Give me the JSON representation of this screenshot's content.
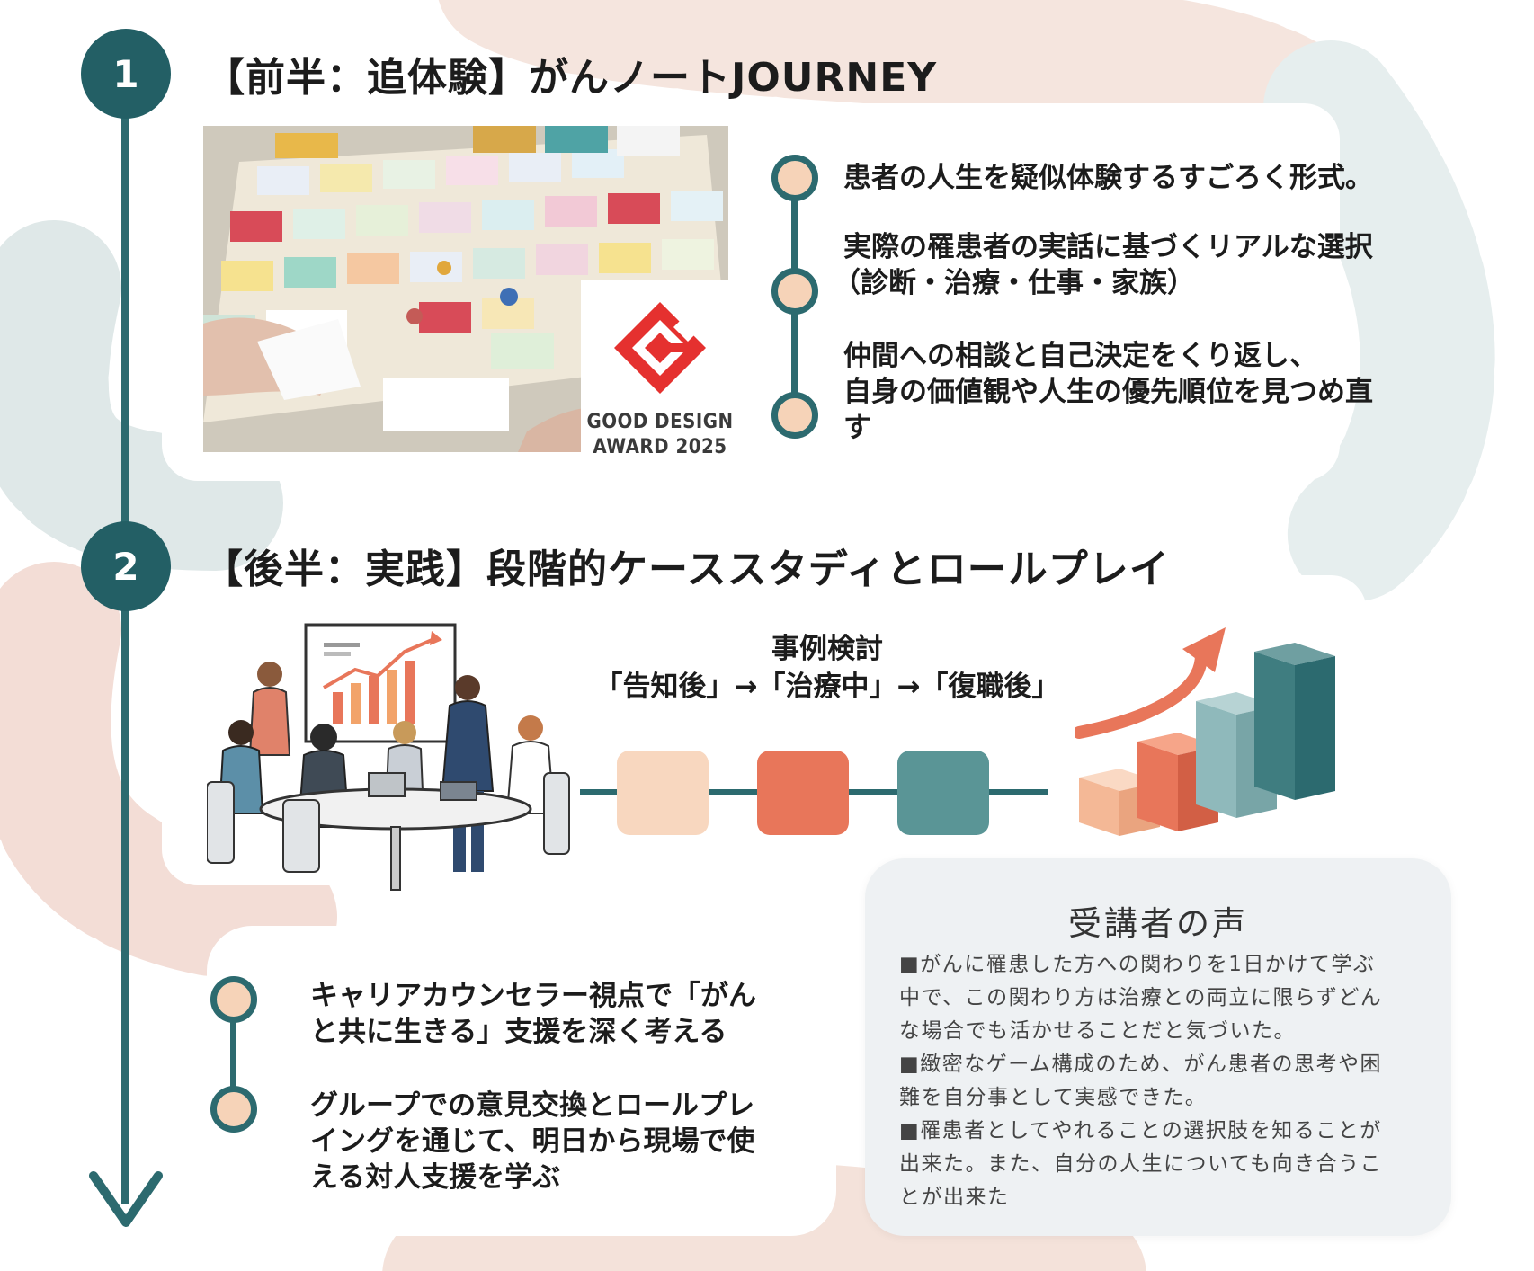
{
  "section1": {
    "number": "1",
    "title": "【前半：追体験】がんノートJOURNEY",
    "badge": {
      "line1": "GOOD DESIGN",
      "line2": "AWARD 2025"
    },
    "bullets": [
      {
        "lines": [
          "患者の人生を疑似体験するすごろく形式。"
        ]
      },
      {
        "lines": [
          "実際の罹患者の実話に基づくリアルな選択",
          "（診断・治療・仕事・家族）"
        ]
      },
      {
        "lines": [
          "仲間への相談と自己決定をくり返し、",
          "自身の価値観や人生の優先順位を見つめ直",
          "す"
        ]
      }
    ]
  },
  "section2": {
    "number": "2",
    "title": "【後半：実践】段階的ケーススタディとロールプレイ",
    "case_label_1": "事例検討",
    "case_label_2": "「告知後」→「治療中」→「復職後」",
    "flow_colors": [
      "#f8d7bf",
      "#e8765a",
      "#5a9596"
    ],
    "bullets": [
      {
        "lines": [
          "キャリアカウンセラー視点で「がん",
          "と共に生きる」支援を深く考える"
        ]
      },
      {
        "lines": [
          "グループでの意見交換とロールプレ",
          "イングを通じて、明日から現場で使",
          "える対人支援を学ぶ"
        ]
      }
    ]
  },
  "voice": {
    "title": "受講者の声",
    "lines": [
      "■がんに罹患した方への関わりを1日かけて学ぶ",
      "中で、この関わり方は治療との両立に限らずどん",
      "な場合でも活かせることだと気づいた。",
      "■緻密なゲーム構成のため、がん患者の思考や困",
      "難を自分事として実感できた。",
      "■罹患者としてやれることの選択肢を知ることが",
      "出来た。また、自分の人生についても向き合うこ",
      "とが出来た"
    ]
  },
  "colors": {
    "teal": "#2c6a6f",
    "peach": "#f6d3b8",
    "coral": "#e8765a",
    "grey_teal": "#5a9596"
  }
}
